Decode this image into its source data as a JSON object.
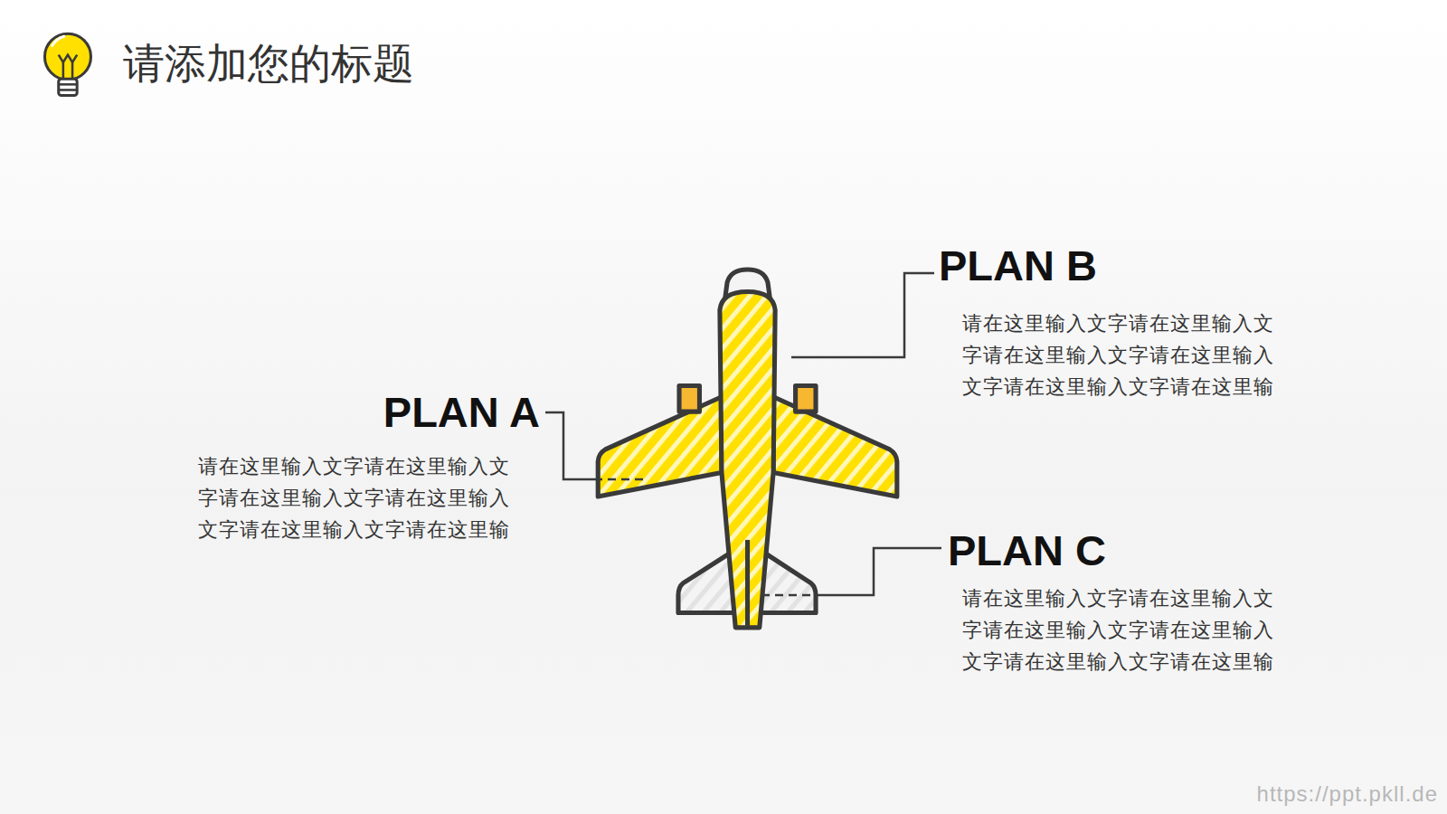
{
  "diagram": {
    "title": "请添加您的标题",
    "labels": [
      "PLAN B",
      "请在这里输入文字请在这里输入文字请在这里输入文字请在这里输入文字请在这里输入文字请在这里输",
      "PLAN A",
      "请在这里输入文字请在这里输入文字请在这里输入文字请在这里输入文字请在这里输入文字请在这里输",
      "PLAN C",
      "请在这里输入文字请在这里输入文字请在这里输入文字请在这里输入文字请在这里输入文字请在这里输",
      "https://ppt.pkll.de"
    ]
  }
}
